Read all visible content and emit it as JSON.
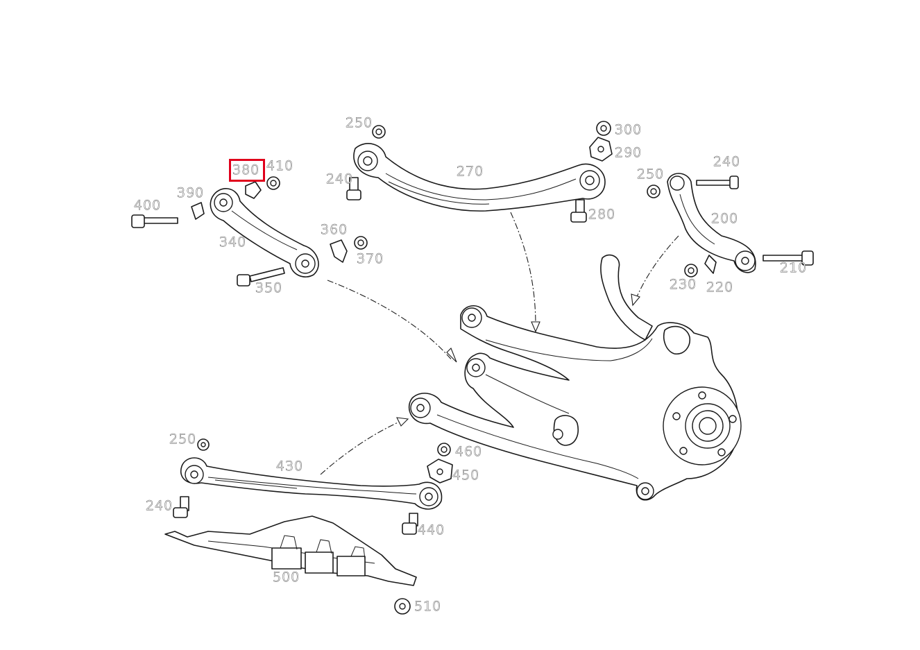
{
  "diagram": {
    "highlight_color": "#e0001b",
    "highlighted_part": "380",
    "labels": {
      "p200": "200",
      "p210": "210",
      "p220": "220",
      "p230": "230",
      "p240a": "240",
      "p240b": "240",
      "p240c": "240",
      "p250a": "250",
      "p250b": "250",
      "p250c": "250",
      "p270": "270",
      "p280": "280",
      "p290": "290",
      "p300": "300",
      "p340": "340",
      "p350": "350",
      "p360": "360",
      "p370": "370",
      "p380": "380",
      "p390": "390",
      "p400": "400",
      "p410": "410",
      "p430": "430",
      "p440": "440",
      "p450": "450",
      "p460": "460",
      "p500": "500",
      "p510": "510"
    },
    "icons": {
      "arm": "control-arm-icon",
      "bolt": "bolt-icon",
      "nut": "nut-icon",
      "washer": "washer-icon",
      "knuckle": "wheel-knuckle-icon",
      "cover": "underbody-cover-icon",
      "arrow": "assembly-arrow-icon"
    }
  }
}
